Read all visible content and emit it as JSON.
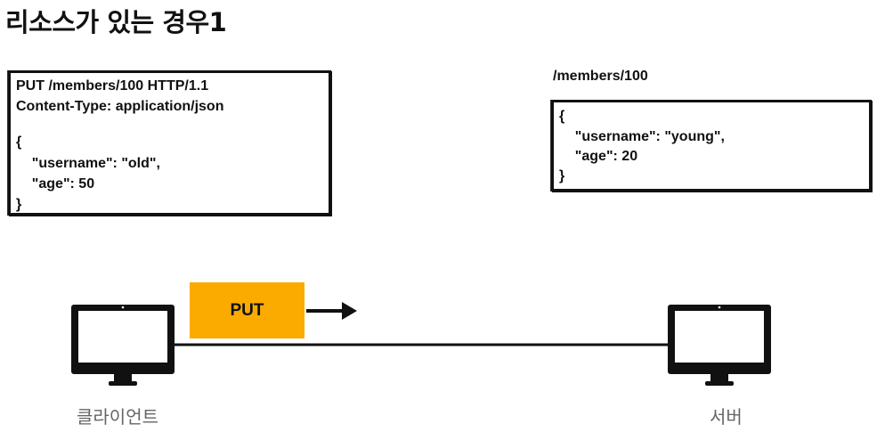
{
  "title": "리소스가 있는 경우1",
  "request": {
    "lines": [
      "PUT /members/100 HTTP/1.1",
      "Content-Type: application/json",
      "",
      "{",
      "    \"username\": \"old\",",
      "    \"age\": 50",
      "}"
    ]
  },
  "resource": {
    "path": "/members/100",
    "lines": [
      "{",
      "    \"username\": \"young\",",
      "    \"age\": 20",
      "}"
    ]
  },
  "method_button": {
    "label": "PUT",
    "color": "#fbab00"
  },
  "client": {
    "label": "클라이언트"
  },
  "server": {
    "label": "서버"
  }
}
